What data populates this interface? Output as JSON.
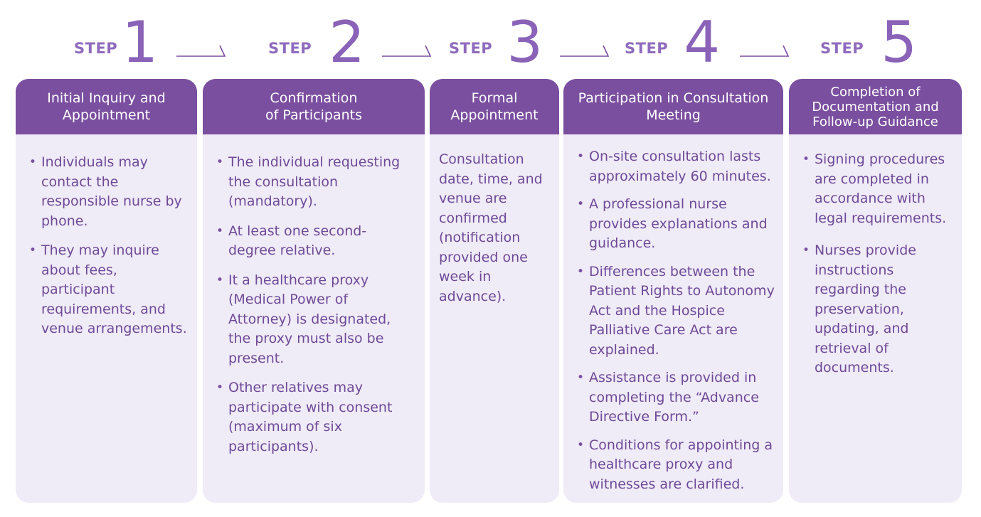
{
  "step_word": "STEP",
  "steps": [
    {
      "number": "1",
      "title": "Initial Inquiry and\nAppointment",
      "bullets": [
        "Individuals may contact the responsible nurse by phone.",
        "They may inquire about fees, participant requirements, and venue arrangements."
      ]
    },
    {
      "number": "2",
      "title": "Confirmation\nof Participants",
      "bullets": [
        "The individual requesting the consultation (mandatory).",
        "At least one second-degree relative.",
        "It a healthcare proxy (Medical Power of Attorney) is designated, the proxy must also be present.",
        "Other relatives may participate with consent (maximum of six participants)."
      ]
    },
    {
      "number": "3",
      "title": "Formal\nAppointment",
      "text": "Consultation date, time, and venue are confirmed (notification provided one week in advance)."
    },
    {
      "number": "4",
      "title": "Participation in Consultation\nMeeting",
      "bullets": [
        "On-site consultation lasts approximately 60 minutes.",
        "A professional nurse provides explanations and guidance.",
        "Differences between the Patient Rights to Autonomy Act and the Hospice Palliative Care Act are explained.",
        "Assistance is provided in completing the “Advance Directive Form.”",
        "Conditions for appointing a healthcare proxy and witnesses are clarified."
      ]
    },
    {
      "number": "5",
      "title": "Completion of\nDocumentation and\nFollow-up Guidance",
      "bullets": [
        "Signing procedures are completed in accordance with legal requirements.",
        "Nurses provide instructions regarding the preservation, updating, and retrieval of documents."
      ]
    }
  ],
  "colors": {
    "header_bg": "#7b4fa0",
    "card_bg": "#efebf7",
    "body_text": "#6e4a97",
    "step_text": "#8a63b8"
  }
}
